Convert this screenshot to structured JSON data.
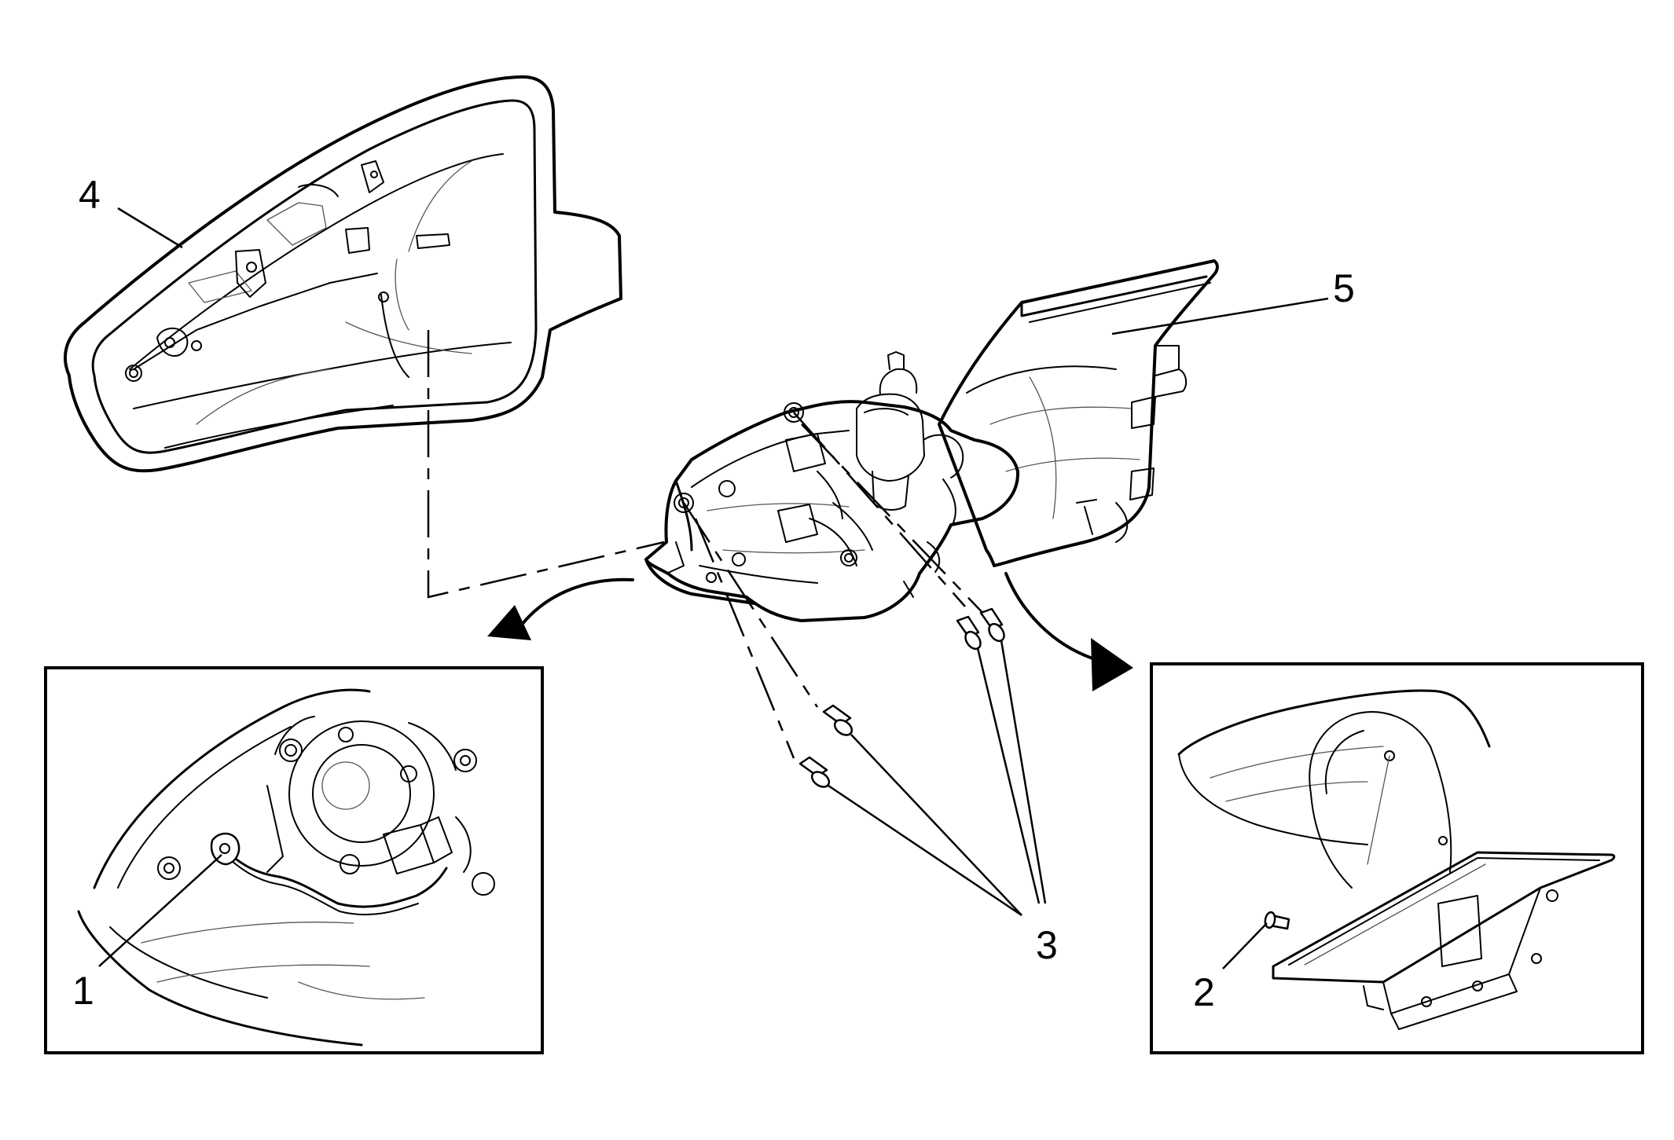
{
  "diagram": {
    "callouts": {
      "c1": "1",
      "c2": "2",
      "c3": "3",
      "c4": "4",
      "c5": "5"
    },
    "colors": {
      "line": "#000000",
      "background": "#ffffff"
    }
  }
}
